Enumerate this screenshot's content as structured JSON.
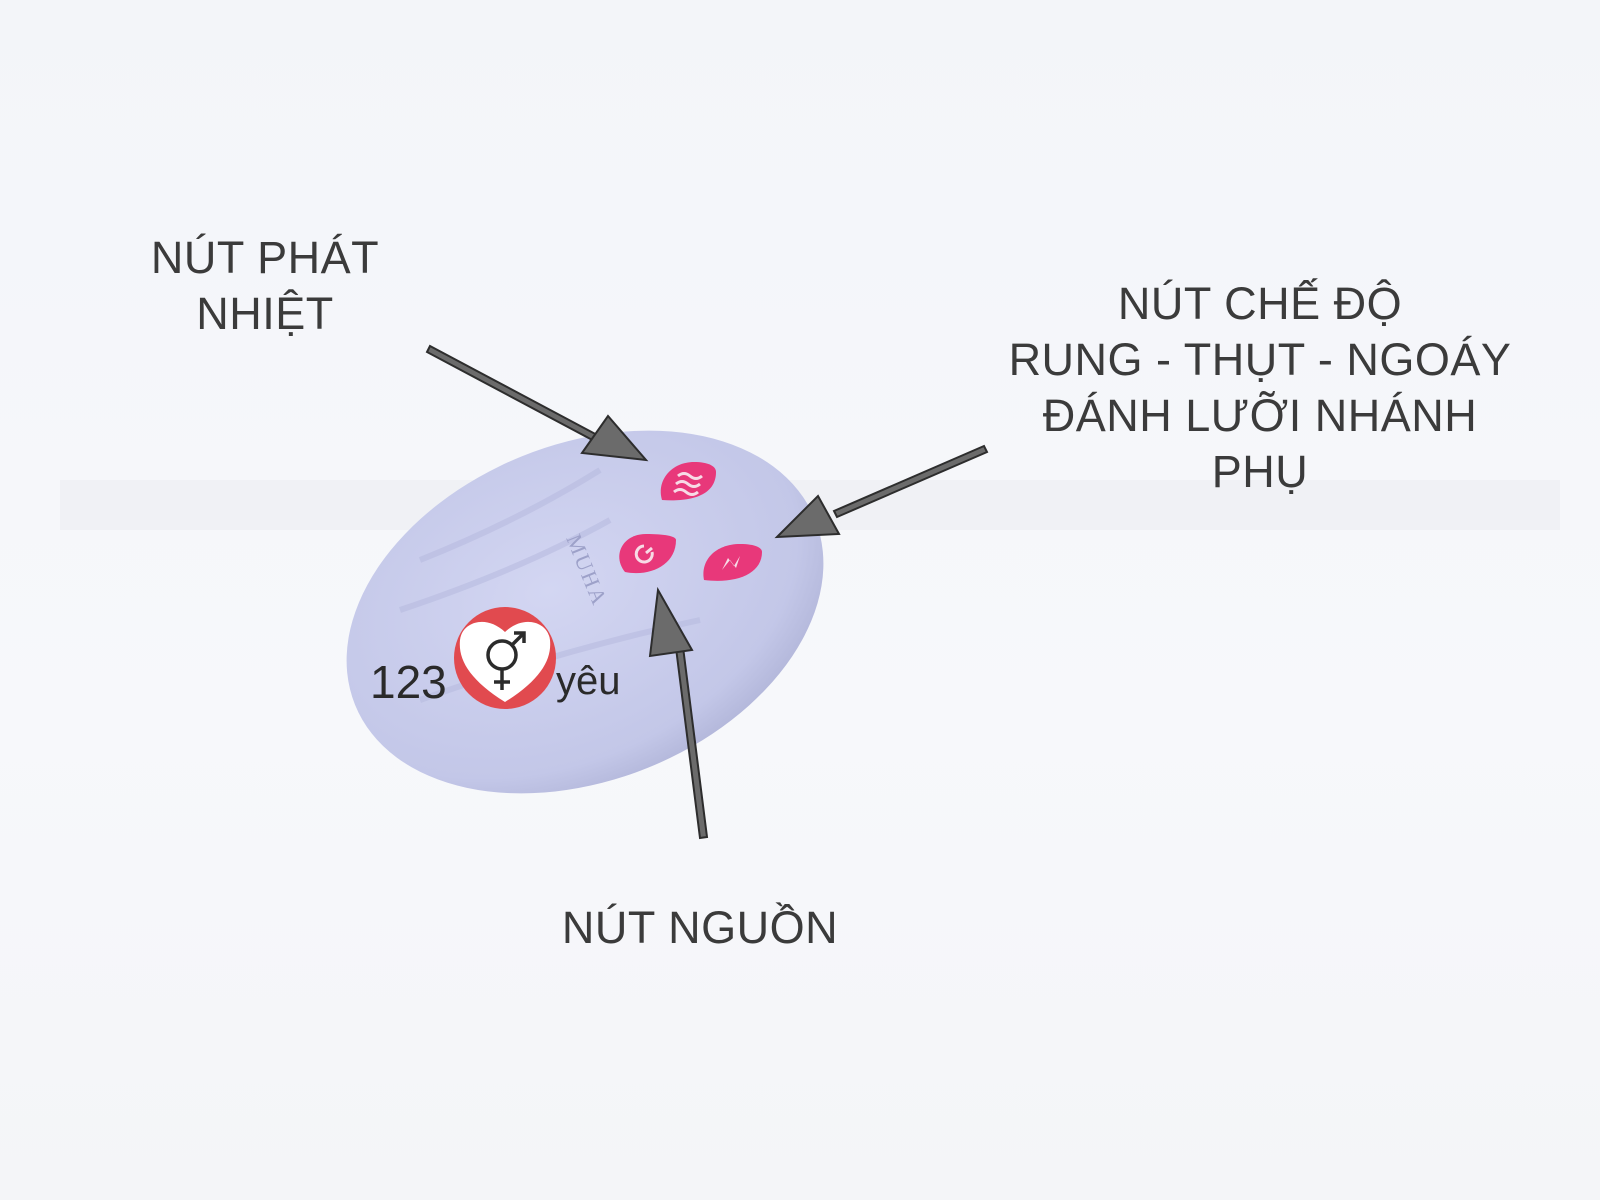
{
  "labels": {
    "heat_button": [
      "NÚT PHÁT",
      "NHIỆT"
    ],
    "mode_button": [
      "NÚT CHẾ ĐỘ",
      "RUNG - THỤT - NGOÁY",
      "ĐÁNH LƯỠI NHÁNH",
      "PHỤ"
    ],
    "power_button": "NÚT NGUỒN"
  },
  "device": {
    "brand_text": "MUHA",
    "logo": {
      "left_text": "123",
      "right_text": "yêu"
    }
  },
  "colors": {
    "device": "#c7cbec",
    "button": "#e8387a",
    "arrow": "#6b6b6b",
    "logo_ring": "#e14a4f"
  }
}
